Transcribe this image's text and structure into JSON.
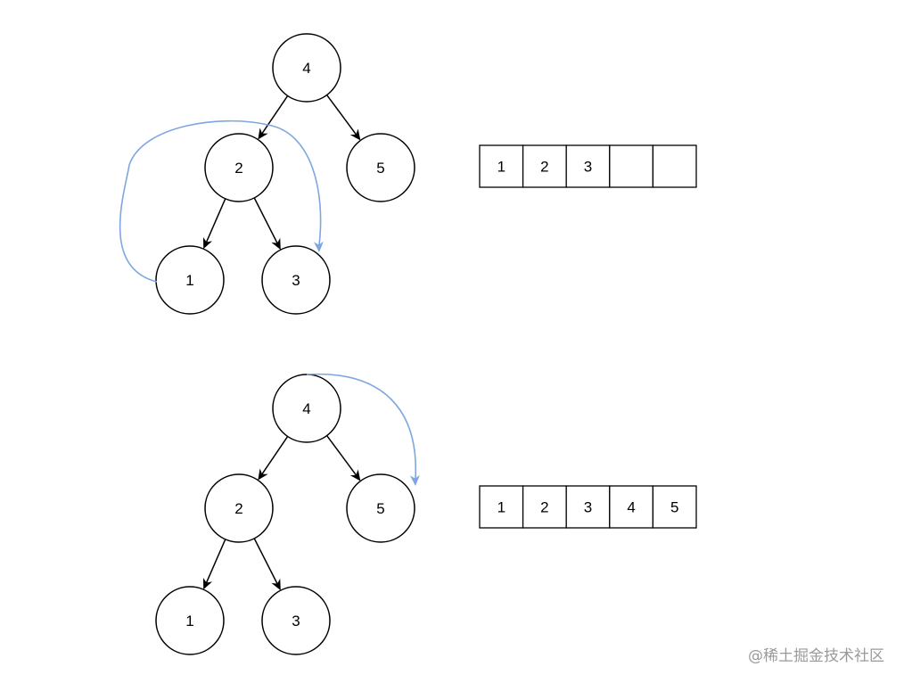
{
  "diagrams": [
    {
      "nodes": [
        {
          "id": "n4",
          "label": "4"
        },
        {
          "id": "n2",
          "label": "2"
        },
        {
          "id": "n5",
          "label": "5"
        },
        {
          "id": "n1",
          "label": "1"
        },
        {
          "id": "n3",
          "label": "3"
        }
      ],
      "edges": [
        {
          "from": "n4",
          "to": "n2"
        },
        {
          "from": "n4",
          "to": "n5"
        },
        {
          "from": "n2",
          "to": "n1"
        },
        {
          "from": "n2",
          "to": "n3"
        }
      ],
      "array": [
        "1",
        "2",
        "3",
        "",
        ""
      ]
    },
    {
      "nodes": [
        {
          "id": "n4",
          "label": "4"
        },
        {
          "id": "n2",
          "label": "2"
        },
        {
          "id": "n5",
          "label": "5"
        },
        {
          "id": "n1",
          "label": "1"
        },
        {
          "id": "n3",
          "label": "3"
        }
      ],
      "edges": [
        {
          "from": "n4",
          "to": "n2"
        },
        {
          "from": "n4",
          "to": "n5"
        },
        {
          "from": "n2",
          "to": "n1"
        },
        {
          "from": "n2",
          "to": "n3"
        }
      ],
      "array": [
        "1",
        "2",
        "3",
        "4",
        "5"
      ]
    }
  ],
  "traversal_color": "#7ea6e0",
  "watermark": "@稀土掘金技术社区"
}
